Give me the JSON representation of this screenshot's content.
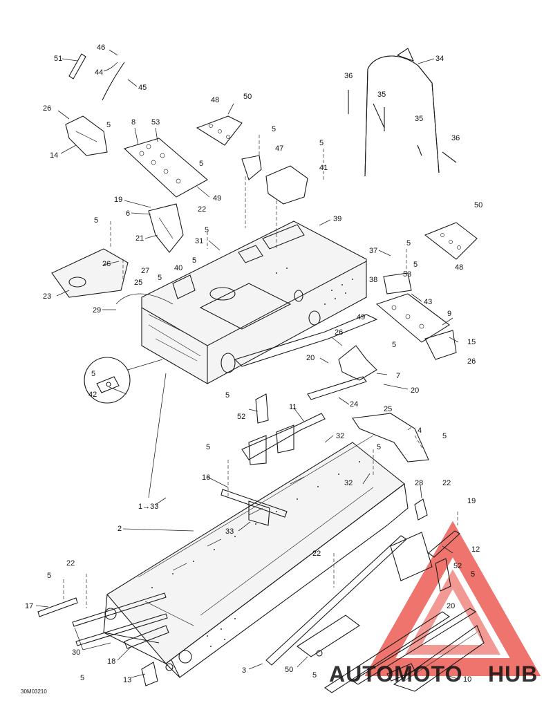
{
  "diagram": {
    "drawing_code": "30M03210",
    "callouts": [
      {
        "id": "c51",
        "text": "51"
      },
      {
        "id": "c46",
        "text": "46"
      },
      {
        "id": "c44",
        "text": "44"
      },
      {
        "id": "c45",
        "text": "45"
      },
      {
        "id": "c34",
        "text": "34"
      },
      {
        "id": "c36a",
        "text": "36"
      },
      {
        "id": "c35a",
        "text": "35"
      },
      {
        "id": "c35b",
        "text": "35"
      },
      {
        "id": "c36b",
        "text": "36"
      },
      {
        "id": "c48a",
        "text": "48"
      },
      {
        "id": "c50a",
        "text": "50"
      },
      {
        "id": "c26a",
        "text": "26"
      },
      {
        "id": "c5a",
        "text": "5"
      },
      {
        "id": "c14",
        "text": "14"
      },
      {
        "id": "c8",
        "text": "8"
      },
      {
        "id": "c53a",
        "text": "53"
      },
      {
        "id": "c5b",
        "text": "5"
      },
      {
        "id": "c49a",
        "text": "49"
      },
      {
        "id": "c5c",
        "text": "5"
      },
      {
        "id": "c47",
        "text": "47"
      },
      {
        "id": "c5d",
        "text": "5"
      },
      {
        "id": "c41",
        "text": "41"
      },
      {
        "id": "c19a",
        "text": "19"
      },
      {
        "id": "c22a",
        "text": "22"
      },
      {
        "id": "c6",
        "text": "6"
      },
      {
        "id": "c5e",
        "text": "5"
      },
      {
        "id": "c21",
        "text": "21"
      },
      {
        "id": "c5f",
        "text": "5"
      },
      {
        "id": "c31",
        "text": "31"
      },
      {
        "id": "c39",
        "text": "39"
      },
      {
        "id": "c50b",
        "text": "50"
      },
      {
        "id": "c48b",
        "text": "48"
      },
      {
        "id": "c26b",
        "text": "26"
      },
      {
        "id": "c27",
        "text": "27"
      },
      {
        "id": "c25a",
        "text": "25"
      },
      {
        "id": "c23",
        "text": "23"
      },
      {
        "id": "c40",
        "text": "40"
      },
      {
        "id": "c5g",
        "text": "5"
      },
      {
        "id": "c5h",
        "text": "5"
      },
      {
        "id": "c29",
        "text": "29"
      },
      {
        "id": "c37",
        "text": "37"
      },
      {
        "id": "c5i",
        "text": "5"
      },
      {
        "id": "c5j",
        "text": "5"
      },
      {
        "id": "c38",
        "text": "38"
      },
      {
        "id": "c53b",
        "text": "53"
      },
      {
        "id": "c43",
        "text": "43"
      },
      {
        "id": "c49b",
        "text": "49"
      },
      {
        "id": "c9",
        "text": "9"
      },
      {
        "id": "c5k",
        "text": "5"
      },
      {
        "id": "c15",
        "text": "15"
      },
      {
        "id": "c26c",
        "text": "26"
      },
      {
        "id": "c26d",
        "text": "26"
      },
      {
        "id": "c20a",
        "text": "20"
      },
      {
        "id": "c7",
        "text": "7"
      },
      {
        "id": "c20b",
        "text": "20"
      },
      {
        "id": "c24",
        "text": "24"
      },
      {
        "id": "c25b",
        "text": "25"
      },
      {
        "id": "c5l",
        "text": "5"
      },
      {
        "id": "c42",
        "text": "42"
      },
      {
        "id": "c5m",
        "text": "5"
      },
      {
        "id": "c52a",
        "text": "52"
      },
      {
        "id": "c11",
        "text": "11"
      },
      {
        "id": "c4",
        "text": "4"
      },
      {
        "id": "c5n",
        "text": "5"
      },
      {
        "id": "c32a",
        "text": "32"
      },
      {
        "id": "c5o",
        "text": "5"
      },
      {
        "id": "c5p",
        "text": "5"
      },
      {
        "id": "c32b",
        "text": "32"
      },
      {
        "id": "c16",
        "text": "16"
      },
      {
        "id": "c133",
        "text": "1→33"
      },
      {
        "id": "c33",
        "text": "33"
      },
      {
        "id": "c2",
        "text": "2"
      },
      {
        "id": "c28",
        "text": "28"
      },
      {
        "id": "c22b",
        "text": "22"
      },
      {
        "id": "c19b",
        "text": "19"
      },
      {
        "id": "c12",
        "text": "12"
      },
      {
        "id": "c22c",
        "text": "22"
      },
      {
        "id": "c52b",
        "text": "52"
      },
      {
        "id": "c5q",
        "text": "5"
      },
      {
        "id": "c22d",
        "text": "22"
      },
      {
        "id": "c5r",
        "text": "5"
      },
      {
        "id": "c17",
        "text": "17"
      },
      {
        "id": "c30",
        "text": "30"
      },
      {
        "id": "c18",
        "text": "18"
      },
      {
        "id": "c5s",
        "text": "5"
      },
      {
        "id": "c13",
        "text": "13"
      },
      {
        "id": "c3",
        "text": "3"
      },
      {
        "id": "c50c",
        "text": "50"
      },
      {
        "id": "c5t",
        "text": "5"
      },
      {
        "id": "c20c",
        "text": "20"
      },
      {
        "id": "c10",
        "text": "10"
      }
    ]
  },
  "watermark": {
    "text_part1": "AUTOMOTO",
    "text_part2": "HUB",
    "color_orange": "#f5a623",
    "color_grey": "#666666",
    "color_red": "#e8453c"
  }
}
